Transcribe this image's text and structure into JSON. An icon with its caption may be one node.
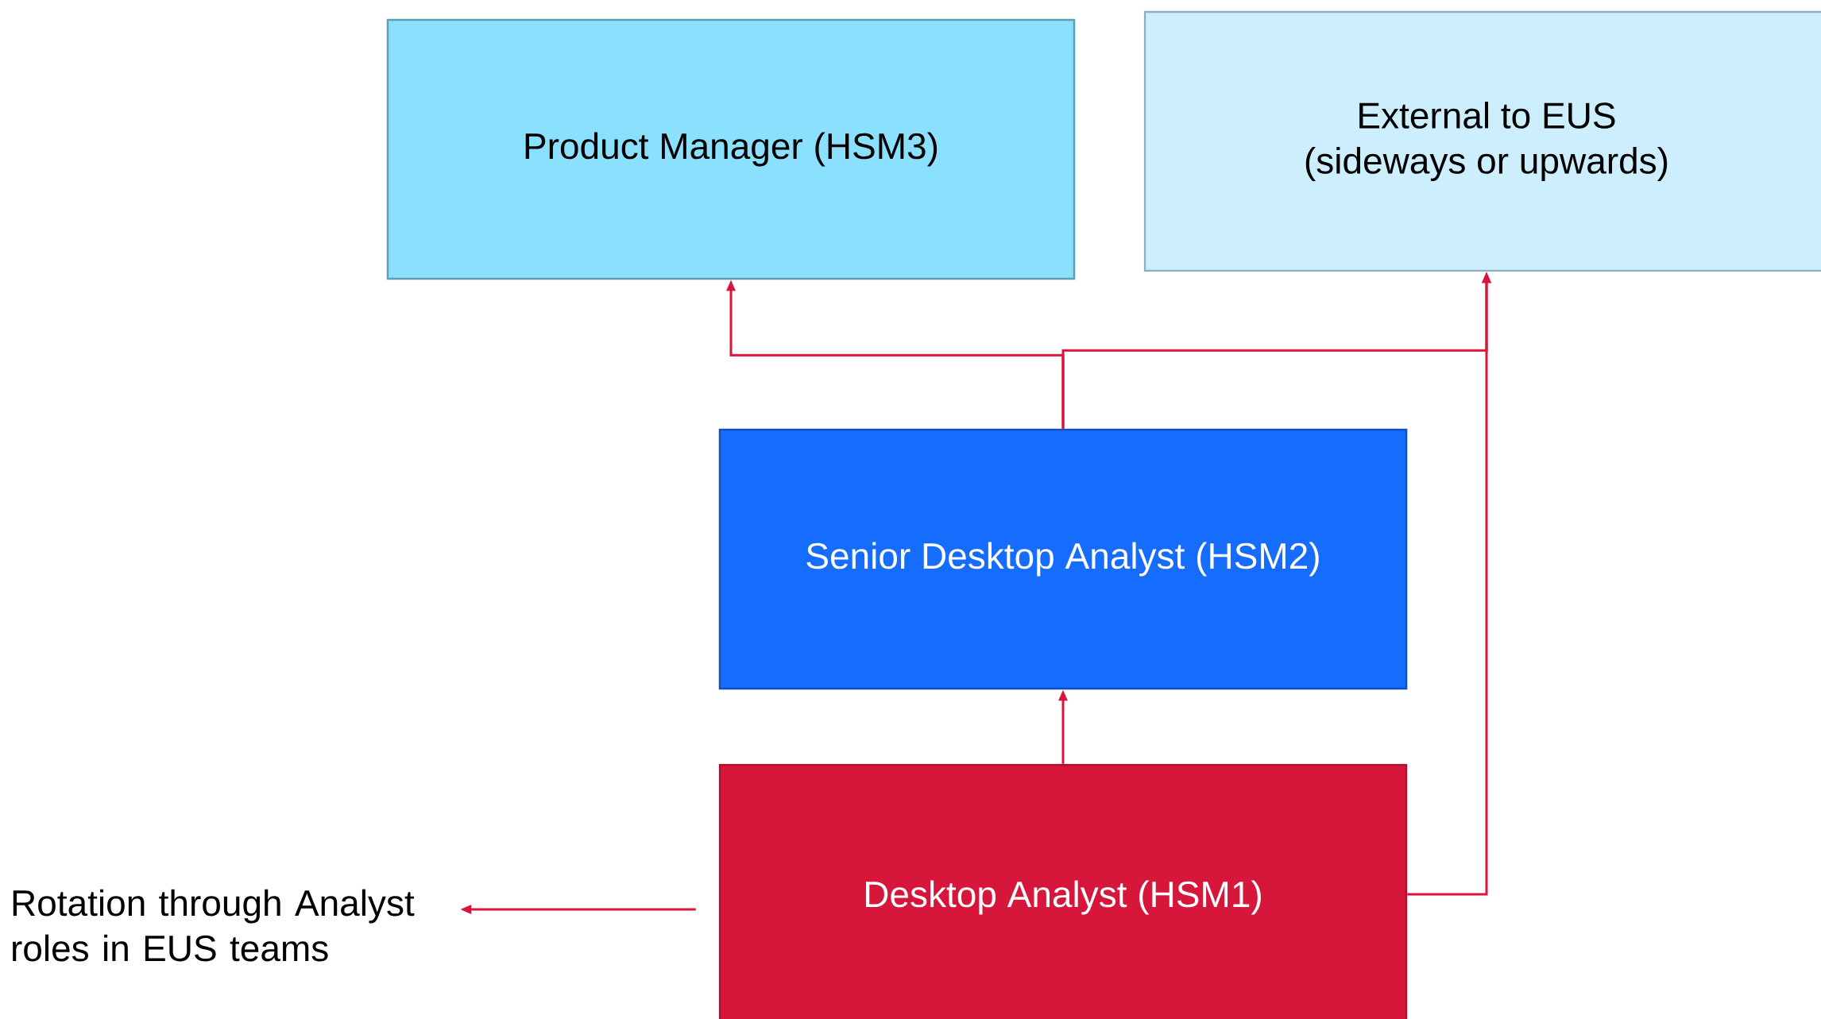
{
  "diagram": {
    "nodes": [
      {
        "text": [
          "Product Manager (HSM3)"
        ]
      },
      {
        "text": [
          "External to EUS",
          "(sideways or upwards)"
        ]
      },
      {
        "text": [
          "Senior Desktop Analyst (HSM2)"
        ]
      },
      {
        "text": [
          "Desktop Analyst (HSM1)"
        ]
      },
      {
        "text": [
          "Rotation through Analyst roles in EUS teams"
        ]
      }
    ],
    "edges": [
      {
        "from": 2,
        "to": 0,
        "arrow": "to"
      },
      {
        "from": 2,
        "to": 1,
        "arrow": "to"
      },
      {
        "from": 3,
        "to": 2,
        "arrow": "to"
      },
      {
        "from": 3,
        "to": 1,
        "arrow": "to"
      },
      {
        "from": 3,
        "to": 4,
        "arrow": "to"
      }
    ]
  }
}
